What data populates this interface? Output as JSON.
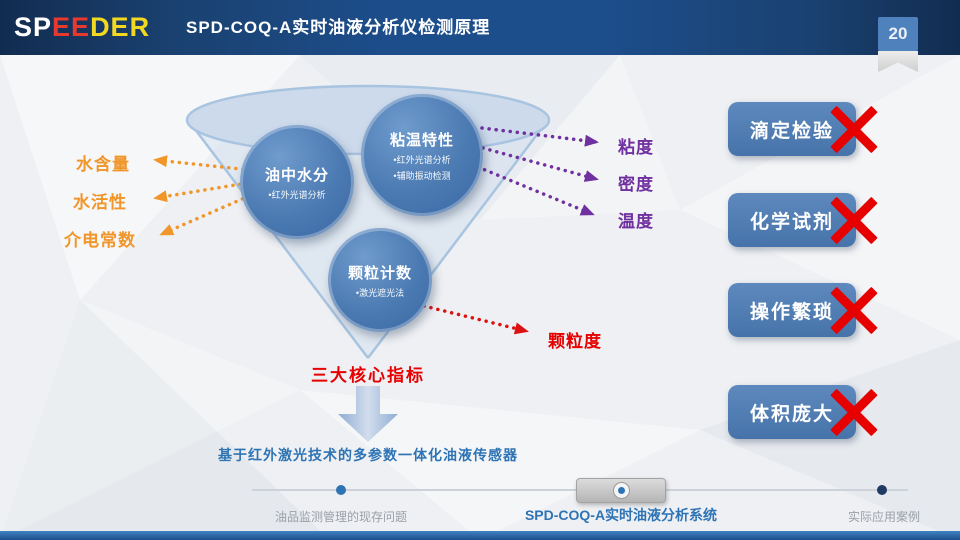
{
  "header": {
    "logo_sp": "SP",
    "logo_ee": "EE",
    "logo_der": "DER",
    "title": "SPD-COQ-A实时油液分析仪检测原理",
    "page_number": "20"
  },
  "funnel": {
    "circles": [
      {
        "title": "油中水分",
        "bullets": [
          "•红外光谱分析"
        ]
      },
      {
        "title": "粘温特性",
        "bullets": [
          "•红外光谱分析",
          "•辅助振动检测"
        ]
      },
      {
        "title": "颗粒计数",
        "bullets": [
          "•激光遮光法"
        ]
      }
    ],
    "core_label": "三大核心指标",
    "caption": "基于红外激光技术的多参数一体化油液传感器"
  },
  "left_labels": [
    "水含量",
    "水活性",
    "介电常数"
  ],
  "right_labels": [
    "粘度",
    "密度",
    "温度"
  ],
  "particle_label": "颗粒度",
  "drawbacks": [
    "滴定检验",
    "化学试剂",
    "操作繁琐",
    "体积庞大"
  ],
  "footer": {
    "items": [
      "油品监测管理的现存问题",
      "SPD-COQ-A实时油液分析系统",
      "实际应用案例"
    ]
  },
  "colors": {
    "header_navy": "#1d4e8c",
    "accent_blue": "#2e74b5",
    "circle_blue": "#4b7ab2",
    "button_blue": "#4f81bd",
    "orange": "#f0962a",
    "purple": "#7030a0",
    "red": "#e60000",
    "logo_red": "#e8392f",
    "logo_yellow": "#f3d821"
  }
}
